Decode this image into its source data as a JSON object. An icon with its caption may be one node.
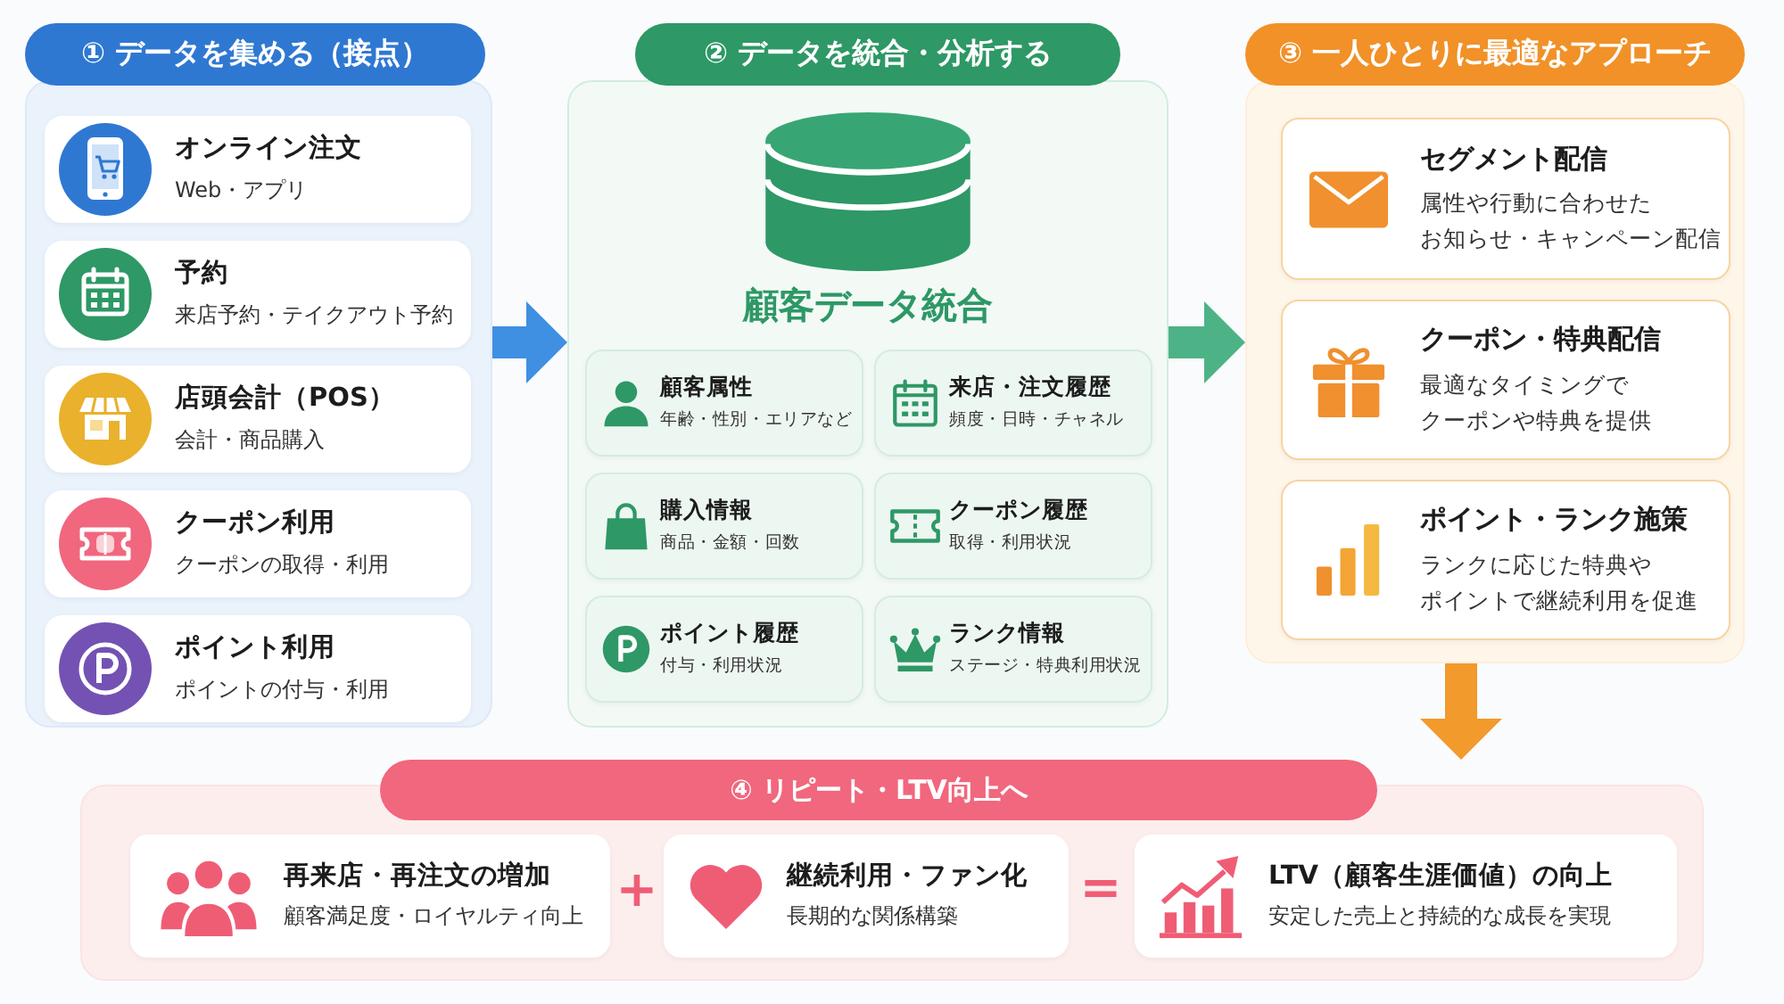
{
  "diagram": {
    "nodes": [
      {
        "text": [
          "① データを集める（接点）"
        ]
      },
      {
        "text": [
          "オンライン注文",
          "Web・アプリ"
        ],
        "in": 0
      },
      {
        "text": [
          "予約",
          "来店予約・テイクアウト予約"
        ],
        "in": 0
      },
      {
        "text": [
          "店頭会計（POS）",
          "会計・商品購入"
        ],
        "in": 0
      },
      {
        "text": [
          "クーポン利用",
          "クーポンの取得・利用"
        ],
        "in": 0
      },
      {
        "text": [
          "ポイント利用",
          "ポイントの付与・利用"
        ],
        "in": 0
      },
      {
        "text": [
          "② データを統合・分析する",
          "顧客データ統合"
        ]
      },
      {
        "text": [
          "顧客属性",
          "年齢・性別・エリアなど"
        ],
        "in": 6
      },
      {
        "text": [
          "来店・注文履歴",
          "頻度・日時・チャネル"
        ],
        "in": 6
      },
      {
        "text": [
          "購入情報",
          "商品・金額・回数"
        ],
        "in": 6
      },
      {
        "text": [
          "クーポン履歴",
          "取得・利用状況"
        ],
        "in": 6
      },
      {
        "text": [
          "ポイント履歴",
          "付与・利用状況"
        ],
        "in": 6
      },
      {
        "text": [
          "ランク情報",
          "ステージ・特典利用状況"
        ],
        "in": 6
      },
      {
        "text": [
          "③ 一人ひとりに最適なアプローチ"
        ]
      },
      {
        "text": [
          "セグメント配信",
          "属性や行動に合わせたお知らせ・キャンペーン配信"
        ],
        "in": 13
      },
      {
        "text": [
          "クーポン・特典配信",
          "最適なタイミングでクーポンや特典を提供"
        ],
        "in": 13
      },
      {
        "text": [
          "ポイント・ランク施策",
          "ランクに応じた特典やポイントで継続利用を促進"
        ],
        "in": 13
      },
      {
        "text": [
          "④ リピート・LTV向上へ"
        ]
      },
      {
        "text": [
          "再来店・再注文の増加",
          "顧客満足度・ロイヤルティ向上"
        ],
        "in": 17
      },
      {
        "text": [
          "継続利用・ファン化",
          "長期的な関係構築"
        ],
        "in": 17
      },
      {
        "text": [
          "LTV（顧客生涯価値）の向上",
          "安定した売上と持続的な成長を実現"
        ],
        "in": 17
      }
    ],
    "edges": [
      {
        "from": 0,
        "to": 6,
        "arrow": "to",
        "color": "#3f8fe2"
      },
      {
        "from": 6,
        "to": 13,
        "arrow": "to",
        "color": "#4db386"
      },
      {
        "from": 13,
        "to": 17,
        "arrow": "to",
        "color": "#f29a2c"
      }
    ],
    "labels": [
      "+",
      "="
    ]
  }
}
